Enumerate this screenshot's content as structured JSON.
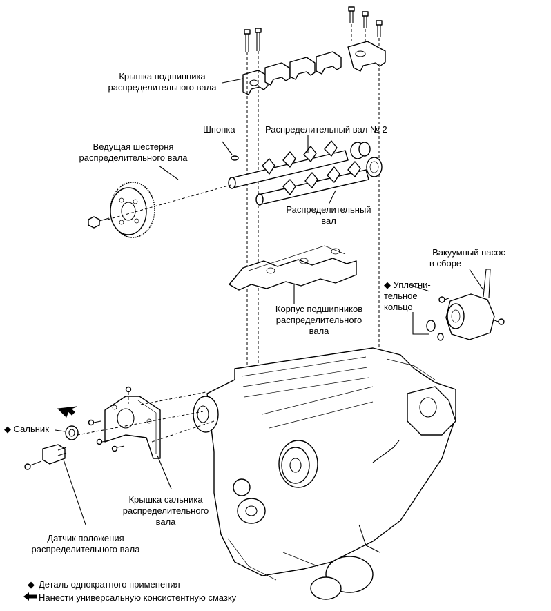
{
  "labels": {
    "bearing_cap": [
      "Крышка подшипника",
      "распределительного вала"
    ],
    "key": "Шпонка",
    "camshaft_2": "Распределительный вал № 2",
    "drive_gear": [
      "Ведущая шестерня",
      "распределительного вала"
    ],
    "camshaft": [
      "Распределительный",
      "вал"
    ],
    "vacuum_pump": [
      "Вакуумный насос",
      "в сборе"
    ],
    "o_ring": [
      "Уплотни-",
      "тельное",
      "кольцо"
    ],
    "bearing_housing": [
      "Корпус подшипников",
      "распределительного",
      "вала"
    ],
    "oil_seal": "Сальник",
    "seal_cover": [
      "Крышка сальника",
      "распределительного",
      "вала"
    ],
    "position_sensor": [
      "Датчик положения",
      "распределительного вала"
    ]
  },
  "legend": {
    "non_reusable": "Деталь однократного применения",
    "grease": "Нанести универсальную консистентную смазку"
  },
  "symbols": {
    "non_reusable_marker": "◆",
    "grease_marker": "arrow-left-icon"
  }
}
